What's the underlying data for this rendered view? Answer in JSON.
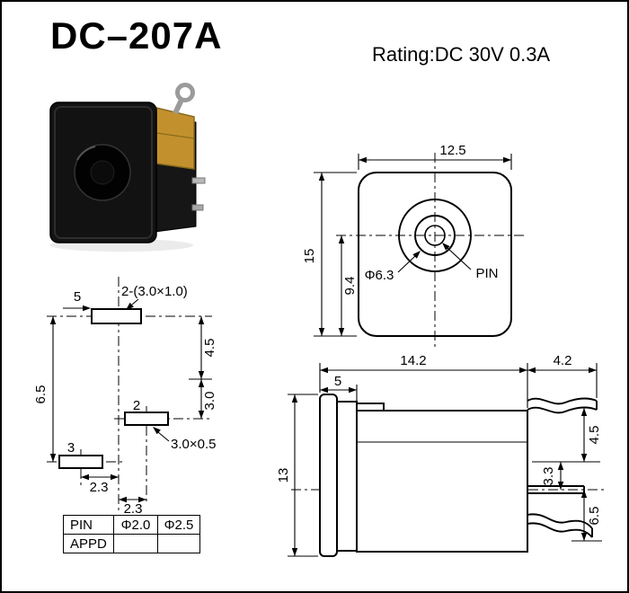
{
  "header": {
    "title": "DC–207A",
    "rating": "Rating:DC 30V 0.3A"
  },
  "front_view": {
    "width": "12.5",
    "height": "15",
    "center_height": "9.4",
    "hole_diameter": "Φ6.3",
    "pin_label": "PIN"
  },
  "pin_layout": {
    "dim_top": "5",
    "slot_note": "2-(3.0×1.0)",
    "dim_right_upper": "4.5",
    "dim_right_lower": "3.0",
    "dim_left": "6.5",
    "pin2_label": "2",
    "pin3_label": "3",
    "pin_note": "3.0×0.5",
    "offset_left": "2.3",
    "offset_right": "2.3",
    "table": {
      "rows": [
        [
          "PIN",
          "Φ2.0",
          "Φ2.5"
        ],
        [
          "APPD",
          "",
          ""
        ]
      ]
    }
  },
  "side_view": {
    "body_length": "14.2",
    "terminal_length": "4.2",
    "flange_depth": "5",
    "height": "13",
    "dim_4_5": "4.5",
    "dim_3_3": "3.3",
    "dim_6_5": "6.5"
  }
}
